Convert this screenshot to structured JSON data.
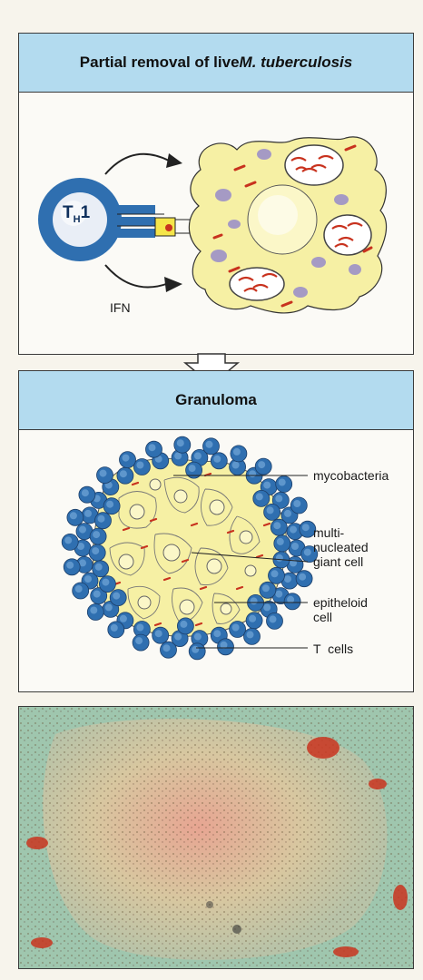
{
  "panel1": {
    "title_prefix": "Partial removal of live ",
    "title_italic": "M. tuberculosis",
    "th1_label_main": "T",
    "th1_label_sub": "H",
    "th1_label_num": "1",
    "ifn_label": "IFN"
  },
  "panel2": {
    "title": "Granuloma",
    "labels": {
      "mycobacteria": "mycobacteria",
      "giant_cell_1": "multi-",
      "giant_cell_2": "nucleated",
      "giant_cell_3": "giant cell",
      "epitheloid_1": "epitheloid",
      "epitheloid_2": "cell",
      "t_cells": "T  cells"
    }
  },
  "colors": {
    "header_bg": "#b3dbef",
    "t_cell_blue": "#2f6fb0",
    "macrophage_yellow": "#f6f0a4",
    "bacteria_red": "#c8321e",
    "vesicle_purple": "#a59ac4"
  }
}
